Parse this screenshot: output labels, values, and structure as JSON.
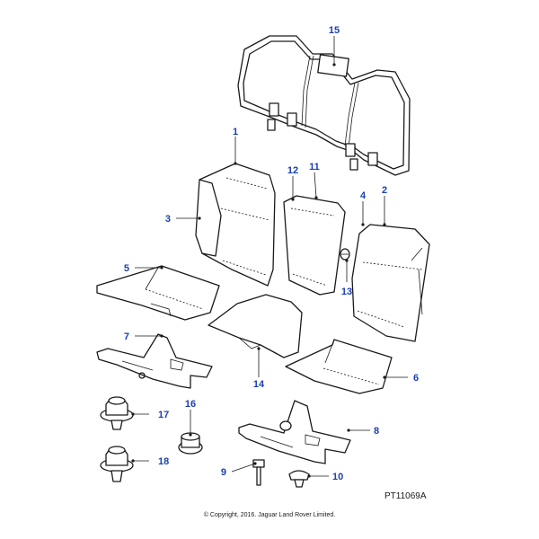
{
  "diagram": {
    "callouts": {
      "c1": "1",
      "c2": "2",
      "c3": "3",
      "c4": "4",
      "c5": "5",
      "c6": "6",
      "c7": "7",
      "c8": "8",
      "c9": "9",
      "c10": "10",
      "c11": "11",
      "c12": "12",
      "c13": "13",
      "c14": "14",
      "c15": "15",
      "c16": "16",
      "c17": "17",
      "c18": "18"
    },
    "illustration_code": "PT11069A",
    "copyright": "© Copyright, 2016. Jaguar Land Rover Limited."
  },
  "colors": {
    "callout": "#1a3fb5",
    "line": "#1a1a1a",
    "background": "#ffffff"
  }
}
